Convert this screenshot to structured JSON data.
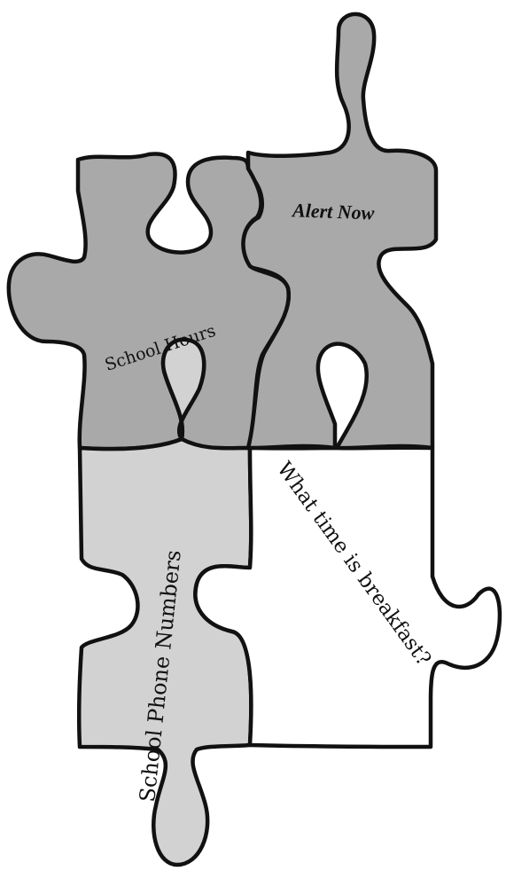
{
  "colors": {
    "background": "#ffffff",
    "outline": "#111111",
    "dark_piece": "#a9a9a9",
    "light_piece": "#d2d2d2",
    "blank_piece": "#ffffff"
  },
  "pieces": {
    "alert_now": {
      "label": "Alert Now"
    },
    "school_hours": {
      "label": "School Hours"
    },
    "school_phone_numbers": {
      "label": "School Phone Numbers"
    },
    "breakfast": {
      "label": "What time is breakfast?"
    }
  }
}
